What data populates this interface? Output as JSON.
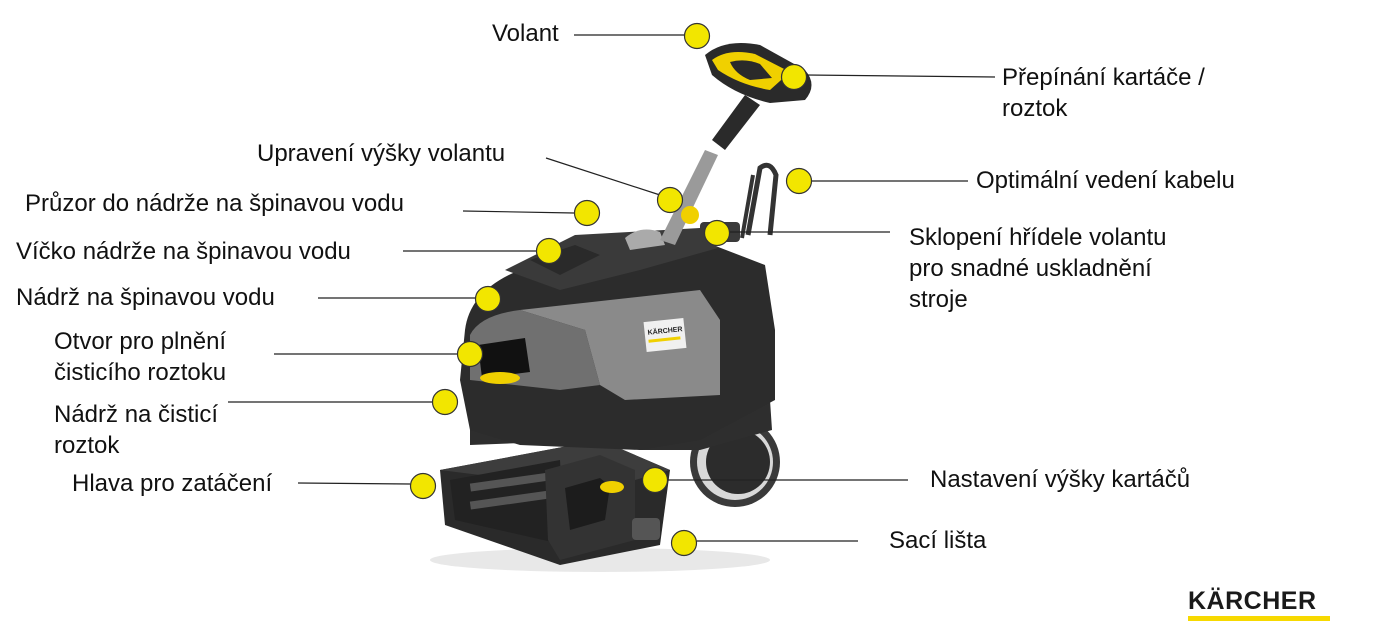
{
  "colors": {
    "marker": "#f2e600",
    "marker_stroke": "#333333",
    "leader": "#222222",
    "machine_dark": "#2b2b2b",
    "machine_mid": "#4a4a4a",
    "brand_yellow": "#f7d900"
  },
  "labels": {
    "volant": "Volant",
    "prepinani_1": "Přepínání kartáče /",
    "prepinani_2": "roztok",
    "upraveni": "Upravení výšky volantu",
    "optimalni": "Optimální vedení kabelu",
    "pruzor": "Průzor do nádrže na špinavou vodu",
    "sklopeni_1": "Sklopení hřídele volantu",
    "sklopeni_2": "pro snadné uskladnění",
    "sklopeni_3": "stroje",
    "vicko": "Víčko nádrže na špinavou vodu",
    "nadrz_spinava": "Nádrž na špinavou vodu",
    "otvor_1": "Otvor pro plnění",
    "otvor_2": "čisticího roztoku",
    "nadrz_cistici_1": "Nádrž na čisticí",
    "nadrz_cistici_2": "roztok",
    "hlava": "Hlava pro zatáčení",
    "nastaveni": "Nastavení výšky kartáčů",
    "saci": "Sací lišta"
  },
  "product_badge": "KÄRCHER",
  "logo": {
    "text": "KÄRCHER"
  }
}
